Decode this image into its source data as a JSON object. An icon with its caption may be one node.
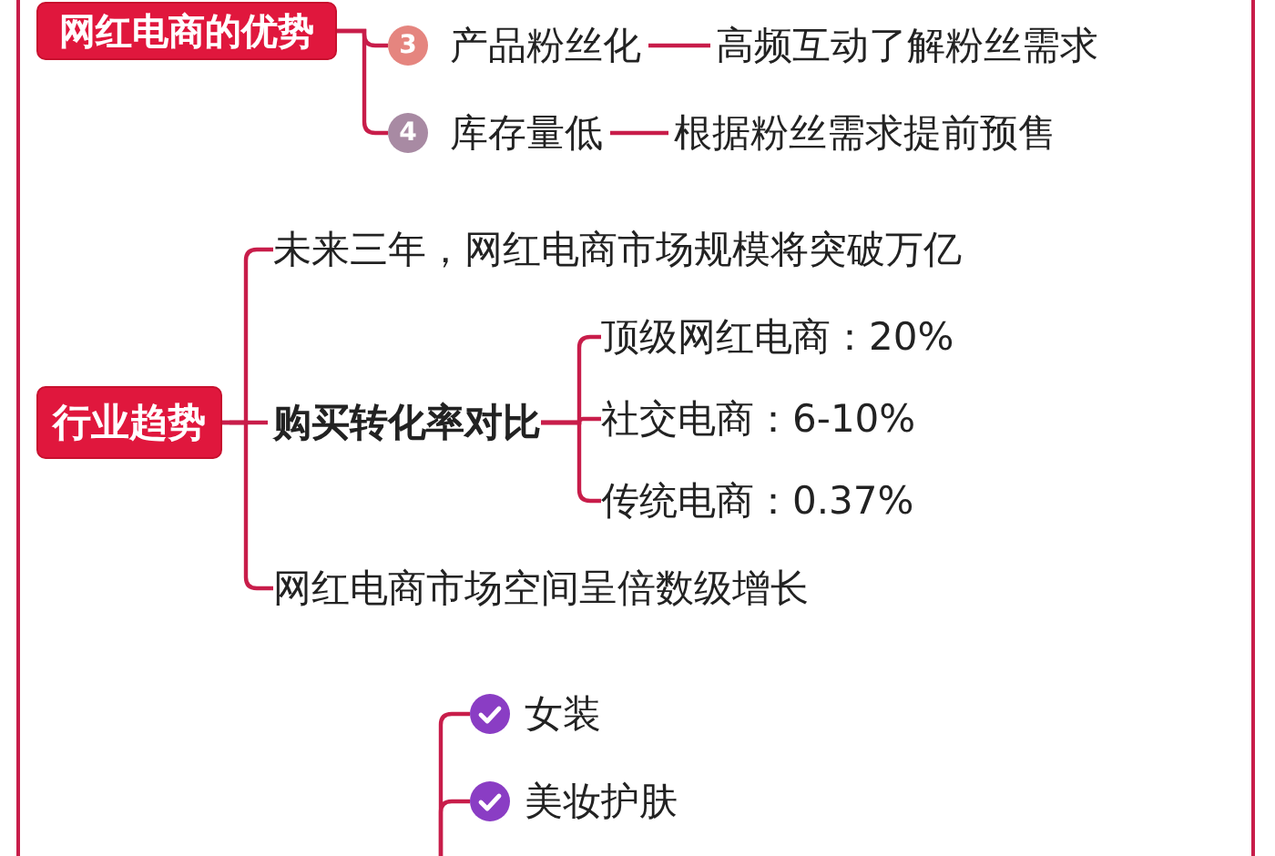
{
  "diagram": {
    "nodes": [
      {
        "text": [
          "网红电商的优势"
        ]
      },
      {
        "text": [
          "3",
          "产品粉丝化"
        ]
      },
      {
        "text": [
          "高频互动了解粉丝需求"
        ]
      },
      {
        "text": [
          "4",
          "库存量低"
        ]
      },
      {
        "text": [
          "根据粉丝需求提前预售"
        ]
      },
      {
        "text": [
          "行业趋势"
        ]
      },
      {
        "text": [
          "未来三年，网红电商市场规模将突破万亿"
        ]
      },
      {
        "text": [
          "购买转化率对比"
        ]
      },
      {
        "text": [
          "顶级网红电商：20%"
        ]
      },
      {
        "text": [
          "社交电商：6-10%"
        ]
      },
      {
        "text": [
          "传统电商：0.37%"
        ]
      },
      {
        "text": [
          "网红电商市场空间呈倍数级增长"
        ]
      },
      {
        "text": [
          "女装"
        ]
      },
      {
        "text": [
          "美妆护肤"
        ]
      }
    ],
    "edges": [
      {
        "from": 0,
        "to": 1,
        "arrow": "none"
      },
      {
        "from": 0,
        "to": 3,
        "arrow": "none"
      },
      {
        "from": 1,
        "to": 2,
        "arrow": "none"
      },
      {
        "from": 3,
        "to": 4,
        "arrow": "none"
      },
      {
        "from": 5,
        "to": 6,
        "arrow": "none"
      },
      {
        "from": 5,
        "to": 7,
        "arrow": "none"
      },
      {
        "from": 5,
        "to": 11,
        "arrow": "none"
      },
      {
        "from": 7,
        "to": 8,
        "arrow": "none"
      },
      {
        "from": 7,
        "to": 9,
        "arrow": "none"
      },
      {
        "from": 7,
        "to": 10,
        "arrow": "none"
      },
      {
        "from": null,
        "to": 12,
        "arrow": "none"
      },
      {
        "from": null,
        "to": 13,
        "arrow": "none"
      }
    ]
  }
}
